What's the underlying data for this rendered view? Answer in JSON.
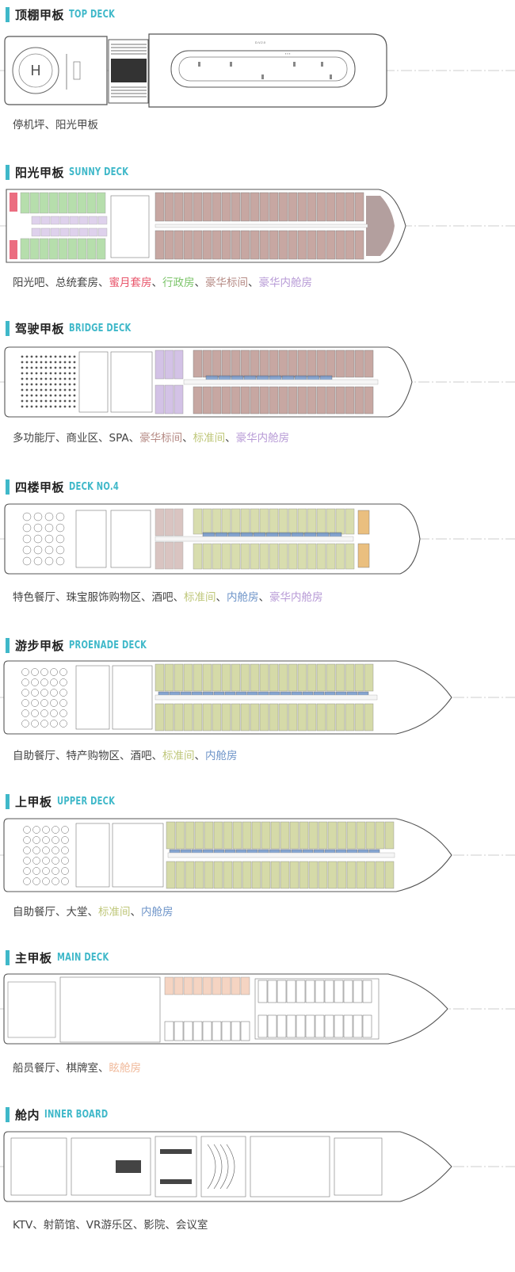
{
  "colors": {
    "accent": "#3fb8c9",
    "honeymoon": "#e8546a",
    "executive": "#7cc46a",
    "deluxe_twin": "#b58a84",
    "deluxe_inner": "#b79ad6",
    "standard": "#bfc77a",
    "inner": "#6f95c9",
    "crew": "#f0b99a"
  },
  "decks": [
    {
      "cn": "顶棚甲板",
      "en": "TOP DECK",
      "facilities": [
        {
          "text": "停机坪",
          "color": "#444444"
        },
        {
          "text": "阳光甲板",
          "color": "#444444"
        }
      ]
    },
    {
      "cn": "阳光甲板",
      "en": "SUNNY DECK",
      "facilities": [
        {
          "text": "阳光吧",
          "color": "#444444"
        },
        {
          "text": "总统套房",
          "color": "#444444"
        },
        {
          "text": "蜜月套房",
          "color": "#e8546a"
        },
        {
          "text": "行政房",
          "color": "#7cc46a"
        },
        {
          "text": "豪华标间",
          "color": "#b58a84"
        },
        {
          "text": "豪华内舱房",
          "color": "#b79ad6"
        }
      ]
    },
    {
      "cn": "驾驶甲板",
      "en": "BRIDGE DECK",
      "facilities": [
        {
          "text": "多功能厅",
          "color": "#444444"
        },
        {
          "text": "商业区",
          "color": "#444444"
        },
        {
          "text": "SPA",
          "color": "#444444"
        },
        {
          "text": "豪华标间",
          "color": "#b58a84"
        },
        {
          "text": "标准间",
          "color": "#bfc77a"
        },
        {
          "text": "豪华内舱房",
          "color": "#b79ad6"
        }
      ]
    },
    {
      "cn": "四楼甲板",
      "en": "DECK NO.4",
      "facilities": [
        {
          "text": "特色餐厅",
          "color": "#444444"
        },
        {
          "text": "珠宝服饰购物区",
          "color": "#444444"
        },
        {
          "text": "酒吧",
          "color": "#444444"
        },
        {
          "text": "标准间",
          "color": "#bfc77a"
        },
        {
          "text": "内舱房",
          "color": "#6f95c9"
        },
        {
          "text": "豪华内舱房",
          "color": "#b79ad6"
        }
      ]
    },
    {
      "cn": "游步甲板",
      "en": "PROENADE DECK",
      "facilities": [
        {
          "text": "自助餐厅",
          "color": "#444444"
        },
        {
          "text": "特产购物区",
          "color": "#444444"
        },
        {
          "text": "酒吧",
          "color": "#444444"
        },
        {
          "text": "标准间",
          "color": "#bfc77a"
        },
        {
          "text": "内舱房",
          "color": "#6f95c9"
        }
      ]
    },
    {
      "cn": "上甲板",
      "en": "UPPER DECK",
      "facilities": [
        {
          "text": "自助餐厅",
          "color": "#444444"
        },
        {
          "text": "大堂",
          "color": "#444444"
        },
        {
          "text": "标准间",
          "color": "#bfc77a"
        },
        {
          "text": "内舱房",
          "color": "#6f95c9"
        }
      ]
    },
    {
      "cn": "主甲板",
      "en": "MAIN DECK",
      "facilities": [
        {
          "text": "船员餐厅",
          "color": "#444444"
        },
        {
          "text": "棋牌室",
          "color": "#444444"
        },
        {
          "text": "眩舱房",
          "color": "#f0b99a"
        }
      ]
    },
    {
      "cn": "舱内",
      "en": "INNER BOARD",
      "facilities": [
        {
          "text": "KTV",
          "color": "#444444"
        },
        {
          "text": "射箭馆",
          "color": "#444444"
        },
        {
          "text": "VR游乐区",
          "color": "#444444"
        },
        {
          "text": "影院",
          "color": "#444444"
        },
        {
          "text": "会议室",
          "color": "#444444"
        }
      ]
    }
  ],
  "separator": "、"
}
